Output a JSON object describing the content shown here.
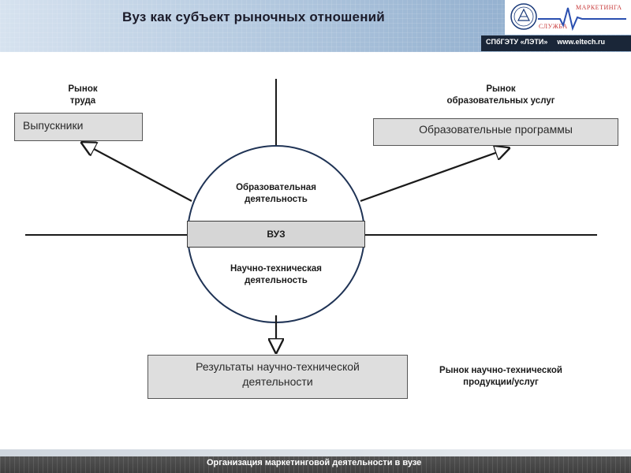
{
  "header": {
    "title": "Вуз как субъект рыночных отношений",
    "logo_word_top": "МАРКЕТИНГА",
    "logo_word_bottom": "СЛУЖБА",
    "org": "СПбГЭТУ «ЛЭТИ»",
    "url": "www.eltech.ru"
  },
  "diagram": {
    "labor_market": "Рынок\nтруда",
    "edu_market": "Рынок\nобразовательных услуг",
    "sci_market": "Рынок научно-технической\nпродукции/услуг",
    "graduates": "Выпускники",
    "programs": "Образовательные программы",
    "results": "Результаты научно-технической\nдеятельности",
    "edu_activity": "Образовательная\nдеятельность",
    "sci_activity": "Научно-техническая\nдеятельность",
    "vuz": "ВУЗ"
  },
  "footer": {
    "text": "Организация маркетинговой деятельности в вузе"
  },
  "colors": {
    "header_blue": "#9bb6d3",
    "logo_red": "#c83a3a",
    "box_gray": "#dedede",
    "footer_dark": "#3f3f3f"
  }
}
